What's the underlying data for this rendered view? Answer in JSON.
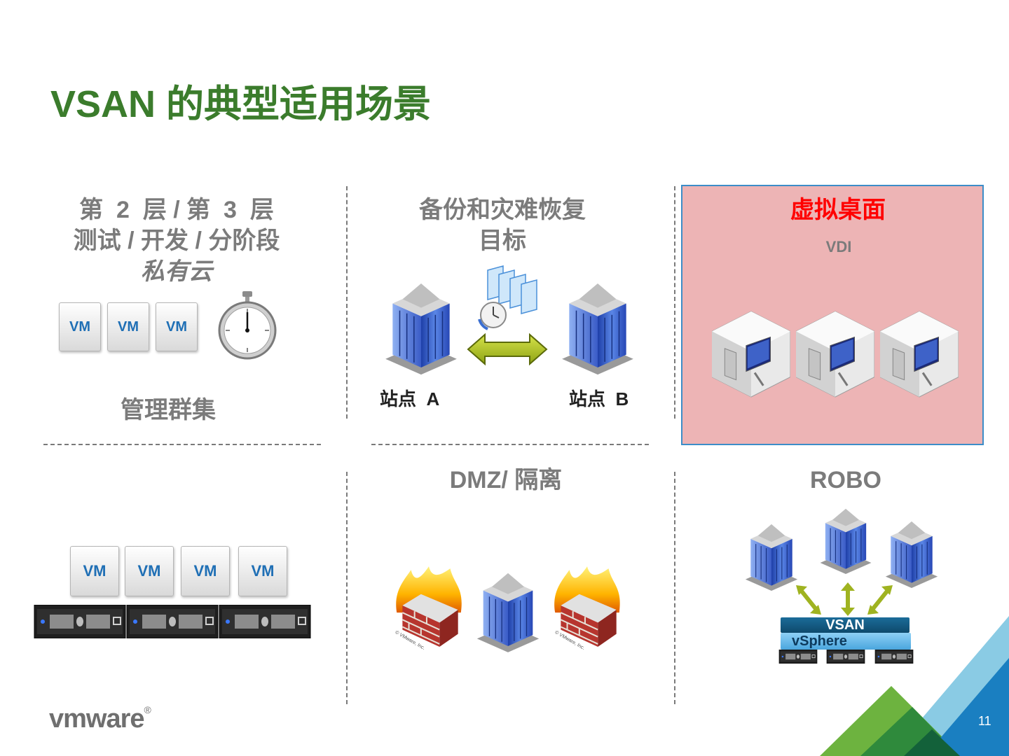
{
  "slide": {
    "title": "VSAN 的典型适用场景",
    "page_number": "11",
    "logo_text": "vmware",
    "logo_mark": "®"
  },
  "cells": {
    "tier23": {
      "line1": "第  2  层 / 第  3  层",
      "line2": "测试 / 开发 / 分阶段",
      "line3": "私有云",
      "vm_labels": [
        "VM",
        "VM",
        "VM"
      ],
      "stopwatch_icon": "stopwatch-icon"
    },
    "mgmt": {
      "heading": "管理群集",
      "vm_labels": [
        "VM",
        "VM",
        "VM",
        "VM"
      ]
    },
    "dr": {
      "line1": "备份和灾难恢复",
      "line2": "目标",
      "site_a": "站点  A",
      "site_b": "站点  B"
    },
    "vdi": {
      "heading": "虚拟桌面",
      "sub": "VDI",
      "heading_color": "#ff0000",
      "bg_color": "#edb4b5"
    },
    "dmz": {
      "heading": "DMZ/ 隔离",
      "watermark": "© VMware, Inc."
    },
    "robo": {
      "heading": "ROBO",
      "vsan_label": "VSAN",
      "vsphere_label": "vSphere"
    }
  },
  "colors": {
    "title_green": "#3b7c2c",
    "heading_gray": "#7b7b7b",
    "vm_blue": "#1f6fb5"
  }
}
